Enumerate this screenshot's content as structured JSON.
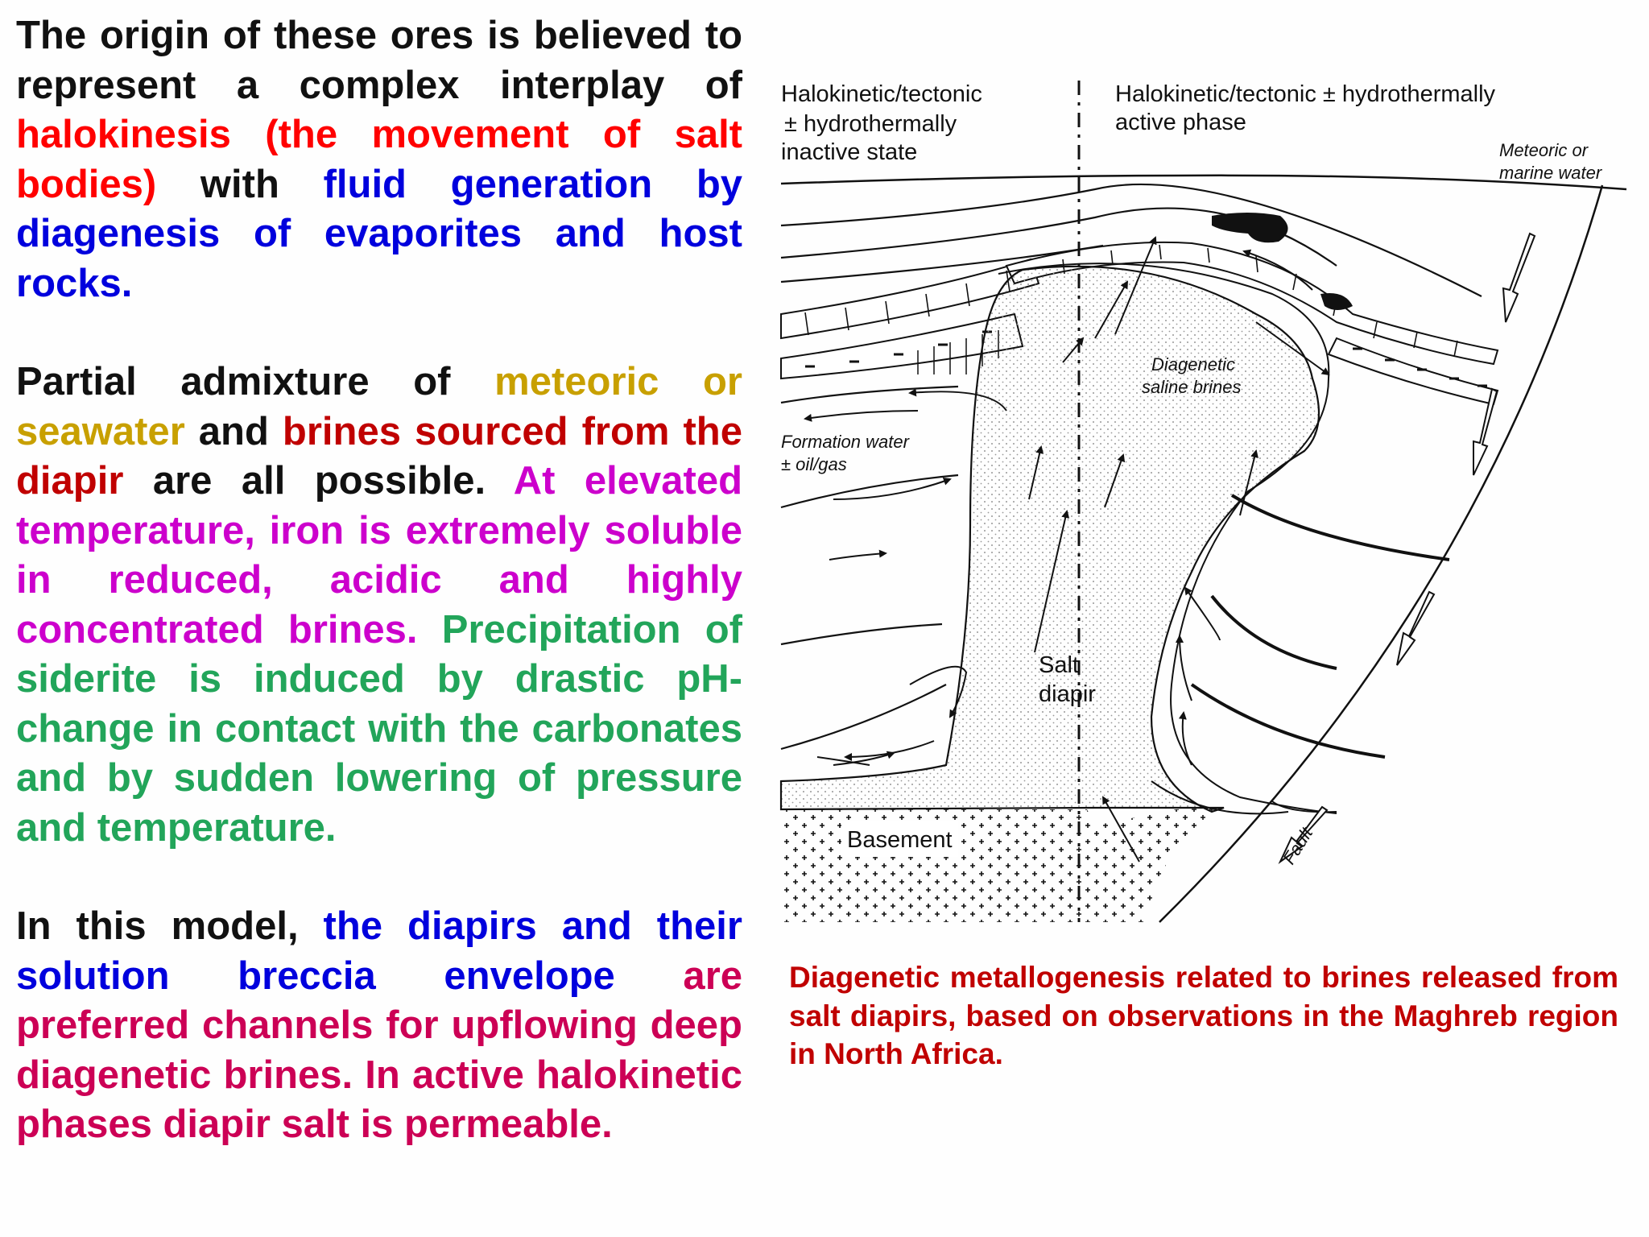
{
  "colors": {
    "black": "#111111",
    "red": "#ff0000",
    "blue": "#0000dd",
    "gold": "#c8a000",
    "dark_red": "#c00000",
    "magenta": "#cc00cc",
    "green": "#22a55a",
    "crimson": "#cc0055"
  },
  "text_blocks": [
    {
      "spans": [
        {
          "text": "The origin of these ores is believed to represent a complex interplay of ",
          "color": "#111111"
        },
        {
          "text": "halokinesis (the movement of salt bodies)",
          "color": "#ff0000"
        },
        {
          "text": " with ",
          "color": "#111111"
        },
        {
          "text": "fluid generation by diagenesis of evaporites and host rocks.",
          "color": "#0000dd"
        }
      ]
    },
    {
      "spans": [
        {
          "text": "Partial admixture of ",
          "color": "#111111"
        },
        {
          "text": "meteoric or seawater",
          "color": "#c8a000"
        },
        {
          "text": " and ",
          "color": "#111111"
        },
        {
          "text": "brines sourced from the diapir",
          "color": "#c00000"
        },
        {
          "text": " are all possible. ",
          "color": "#111111"
        },
        {
          "text": "At elevated temperature, iron is extremely soluble in reduced, acidic and highly concentrated brines.",
          "color": "#cc00cc"
        },
        {
          "text": " ",
          "color": "#111111"
        },
        {
          "text": "Precipitation of siderite is induced by drastic pH-change in contact with the carbonates and by sudden lowering of pressure and temperature.",
          "color": "#22a55a"
        }
      ]
    },
    {
      "spans": [
        {
          "text": "In this model, ",
          "color": "#111111"
        },
        {
          "text": "the diapirs and their solution breccia envelope",
          "color": "#0000dd"
        },
        {
          "text": " are preferred channels for upflowing deep diagenetic brines. In active halokinetic phases diapir salt is permeable.",
          "color": "#cc0055"
        }
      ]
    }
  ],
  "diagram": {
    "left_header_lines": [
      "Halokinetic/tectonic",
      "± hydrothermally",
      "inactive state"
    ],
    "right_header_lines": [
      "Halokinetic/tectonic ± hydrothermally",
      "active phase"
    ],
    "meteoric_lines": [
      "Meteoric or",
      "marine water"
    ],
    "brines_lines": [
      "Diagenetic",
      "saline brines"
    ],
    "formation_lines": [
      "Formation water",
      "± oil/gas"
    ],
    "salt_lines": [
      "Salt",
      "diapir"
    ],
    "basement": "Basement",
    "fault": "Fault"
  },
  "caption": "Diagenetic metallogenesis related to brines released from salt diapirs, based on observations in the Maghreb region in North Africa."
}
